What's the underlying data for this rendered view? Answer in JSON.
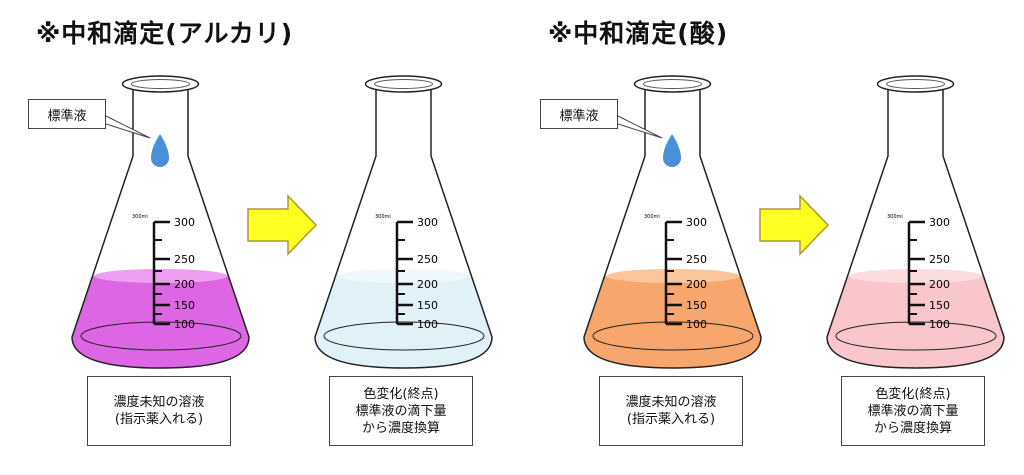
{
  "panels": [
    {
      "title": "※中和滴定(アルカリ)",
      "callout": "標準液",
      "scale_small": "300ml",
      "scale": [
        "300",
        "250",
        "200",
        "150",
        "100"
      ],
      "solution_color": "#dd66e4",
      "solution_top_color": "#ee9ff1",
      "after_color": "#e1f1f8",
      "after_top_color": "#eef8fc",
      "before_caption": [
        "濃度未知の溶液",
        "(指示薬入れる)"
      ],
      "after_caption": [
        "色変化(終点)",
        "標準液の滴下量",
        "から濃度換算"
      ]
    },
    {
      "title": "※中和滴定(酸)",
      "callout": "標準液",
      "scale_small": "300ml",
      "scale": [
        "300",
        "250",
        "200",
        "150",
        "100"
      ],
      "solution_color": "#f7a66d",
      "solution_top_color": "#fbc69c",
      "after_color": "#f9c6cc",
      "after_top_color": "#fbdde0",
      "before_caption": [
        "濃度未知の溶液",
        "(指示薬入れる)"
      ],
      "after_caption": [
        "色変化(終点)",
        "標準液の滴下量",
        "から濃度換算"
      ]
    }
  ],
  "colors": {
    "drop": "#4a90d9",
    "arrow_fill": "#ffff22",
    "arrow_stroke": "#a89a3a",
    "glass": "#222222"
  }
}
